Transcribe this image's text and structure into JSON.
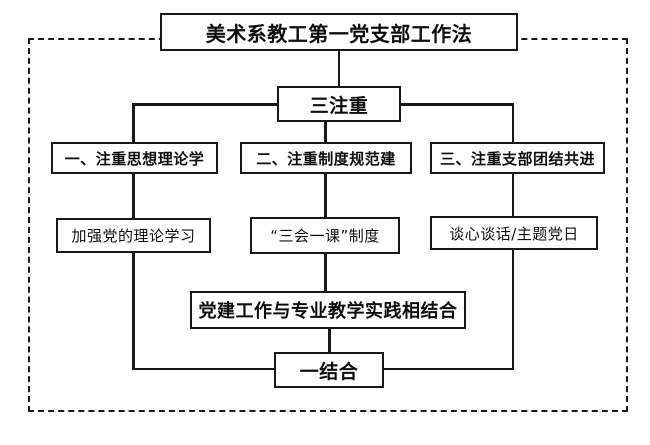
{
  "diagram": {
    "title": "美术系教工第一党支部工作法",
    "level2": {
      "label": "三注重"
    },
    "branches": [
      {
        "label": "一、注重思想理论学",
        "child": "加强党的理论学习"
      },
      {
        "label": "二、注重制度规范建",
        "child": "“三会一课”制度"
      },
      {
        "label": "三、注重支部团结共进",
        "child": "谈心谈话/主题党日"
      }
    ],
    "merge": {
      "label": "党建工作与专业教学实践相结合"
    },
    "bottom": {
      "label": "一结合"
    },
    "colors": {
      "line": "#16181a",
      "text": "#0c0d0f",
      "background": "#ffffff"
    }
  }
}
